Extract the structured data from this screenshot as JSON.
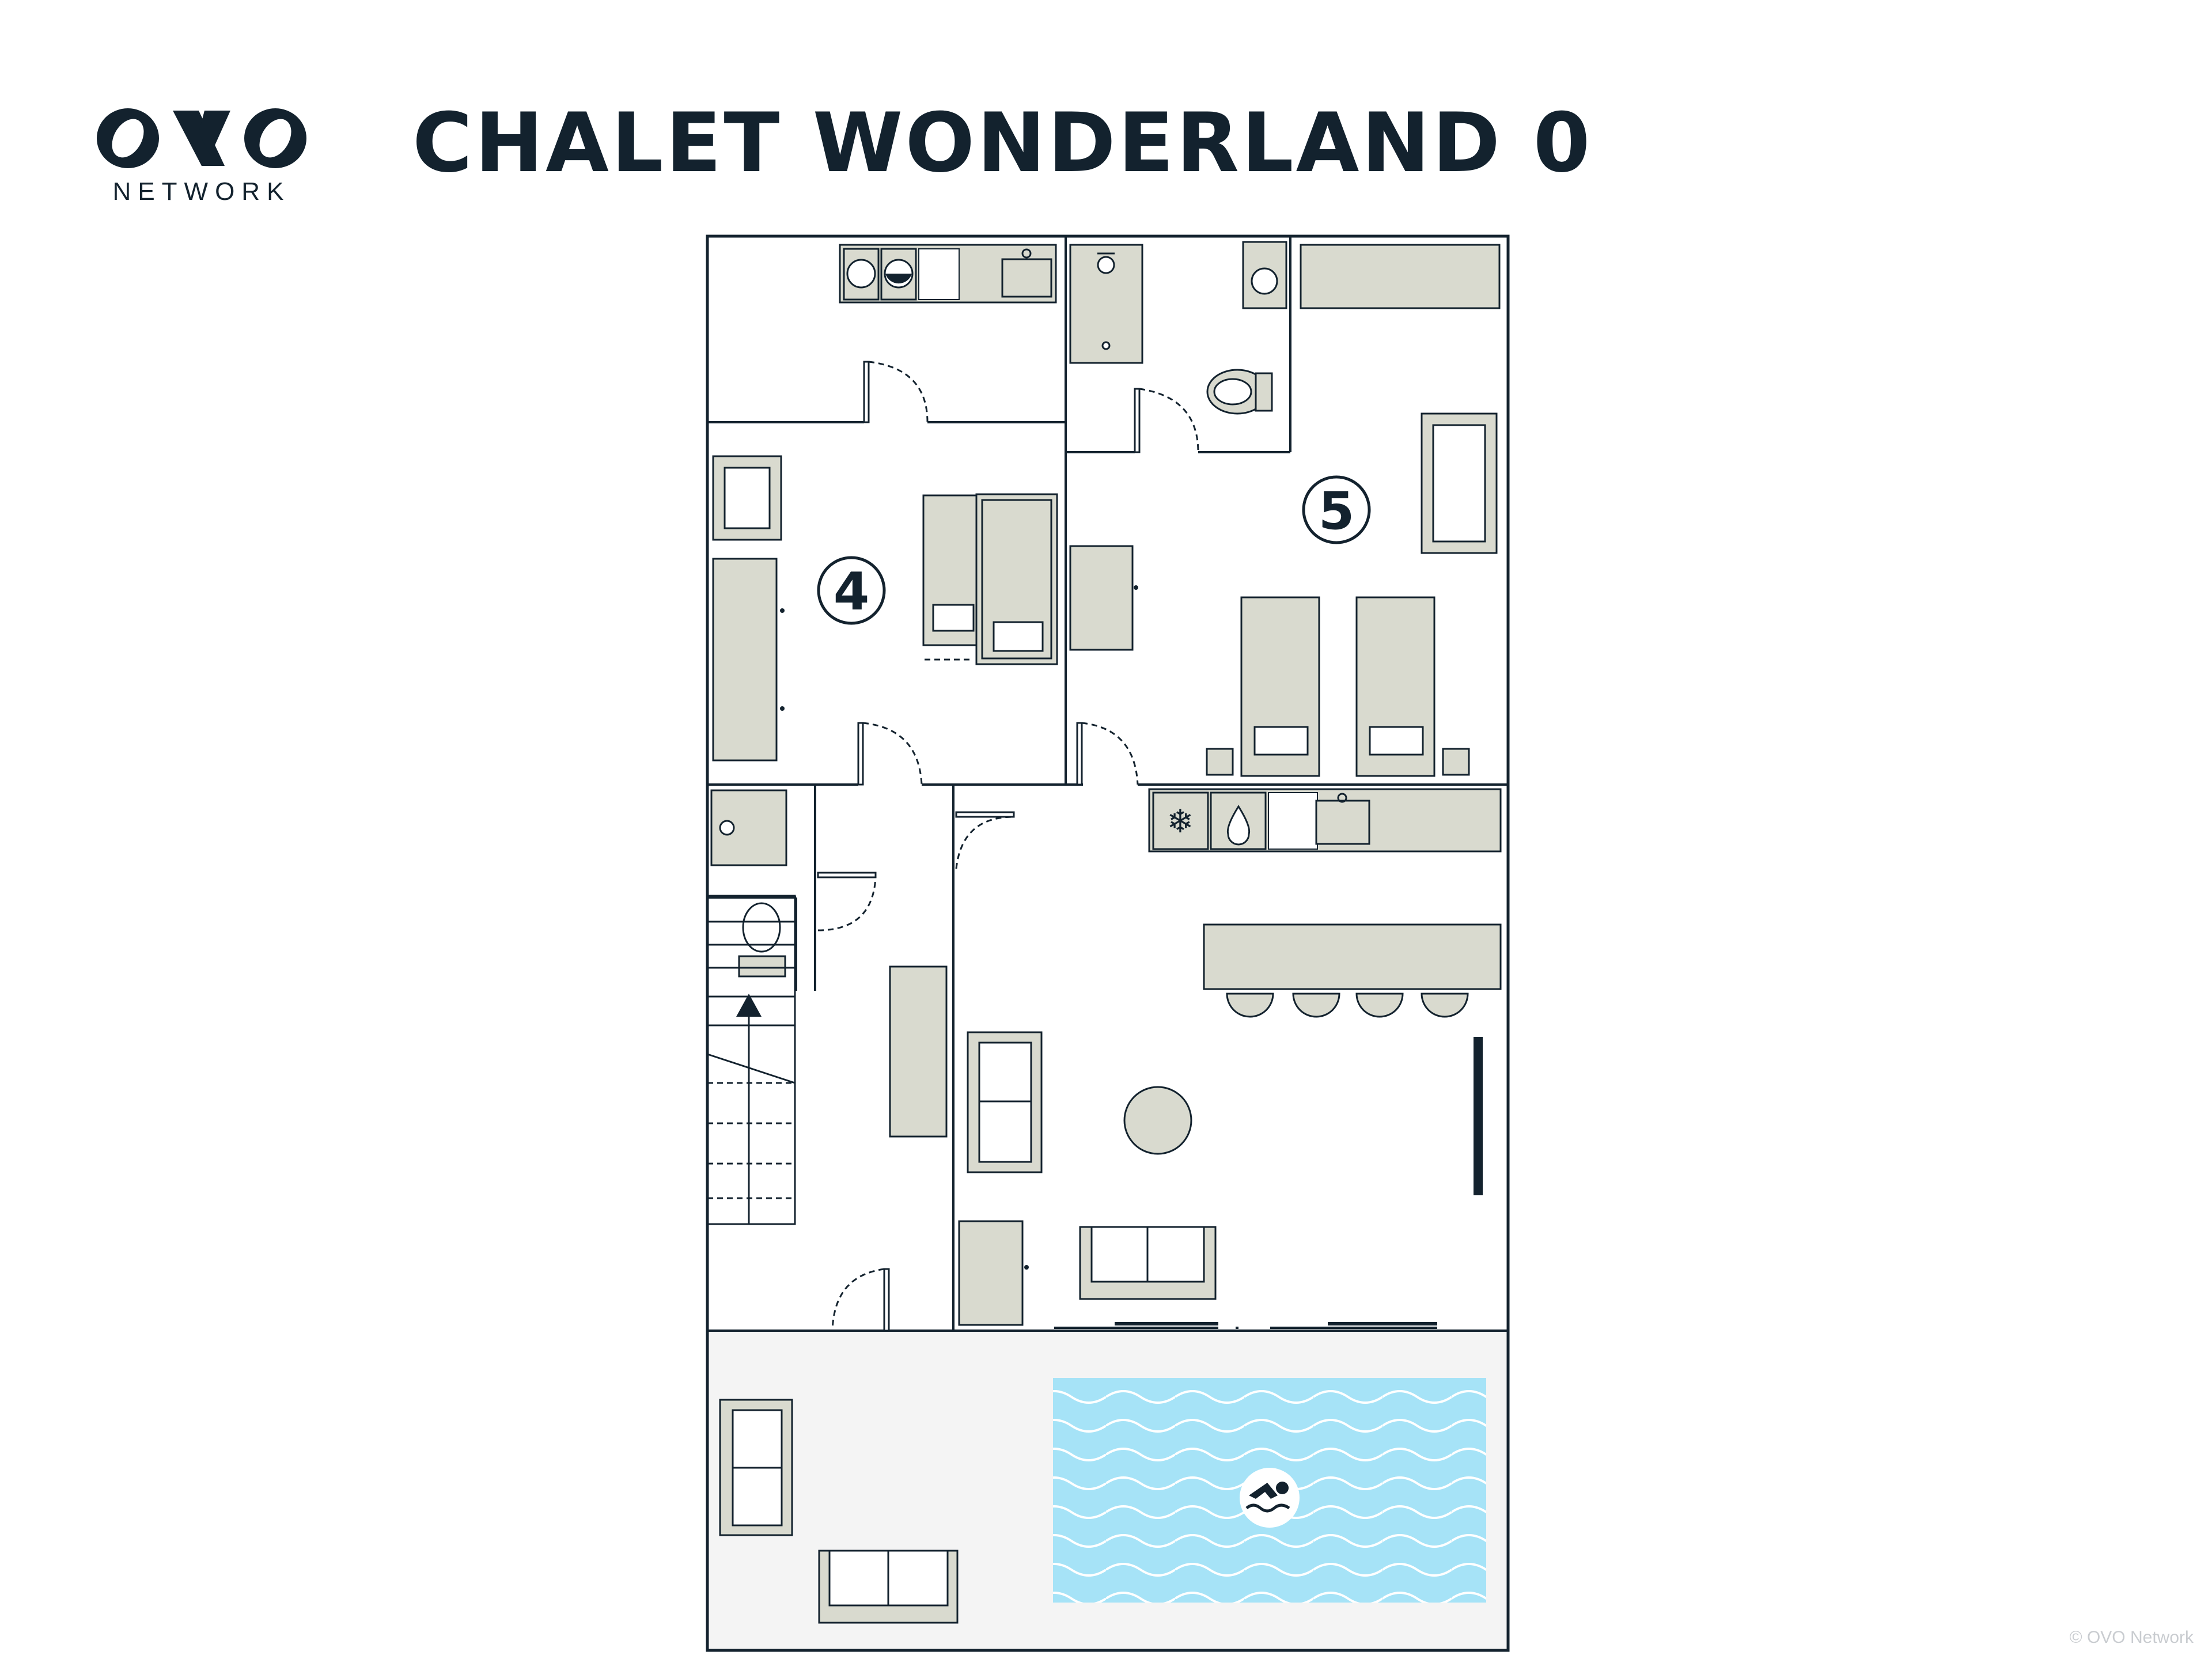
{
  "brand": {
    "name": "NETWORK"
  },
  "title": "CHALET WONDERLAND 0",
  "rooms": [
    {
      "id": "room-4",
      "number": "4"
    },
    {
      "id": "room-5",
      "number": "5"
    }
  ],
  "copyright": "© OVO Network",
  "colors": {
    "ink": "#13222e",
    "furniture": "#d9dacf",
    "pool": "#a6e3f7",
    "terrace": "#f4f4f4"
  }
}
